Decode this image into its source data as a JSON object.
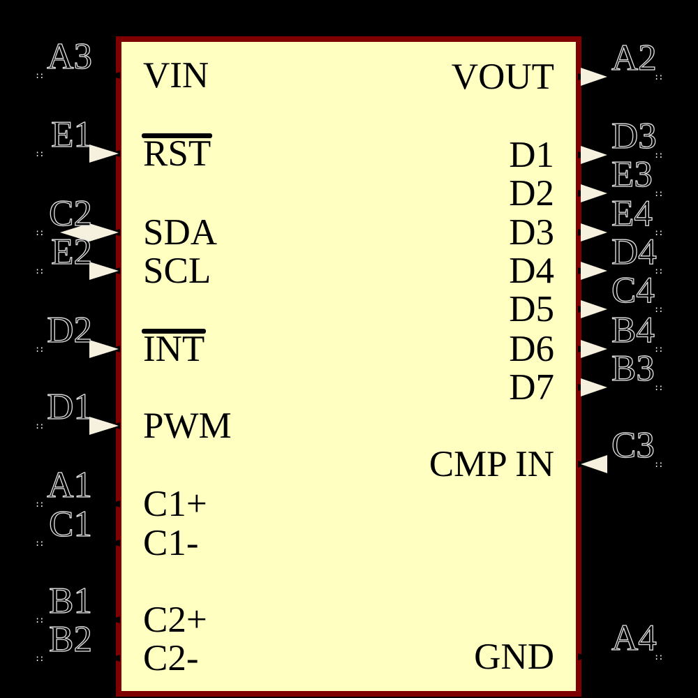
{
  "canvas": {
    "background": "#000000"
  },
  "symbol": {
    "body_fill": "#FFFFC2",
    "border_color": "#7E0000",
    "arrow_color": "#F6F0DE",
    "pin_name_color": "#000000",
    "pin_number_outline": "#E2E2E2",
    "tick_glyph": "::"
  },
  "pins": {
    "left": [
      {
        "number": "A3",
        "name": "VIN",
        "direction": "passive",
        "overline": false
      },
      {
        "number": "E1",
        "name": "RST",
        "direction": "input",
        "overline": true
      },
      {
        "number": "C2",
        "name": "SDA",
        "direction": "bidirectional",
        "overline": false
      },
      {
        "number": "E2",
        "name": "SCL",
        "direction": "input",
        "overline": false
      },
      {
        "number": "D2",
        "name": "INT",
        "direction": "input",
        "overline": true
      },
      {
        "number": "D1",
        "name": "PWM",
        "direction": "input",
        "overline": false
      },
      {
        "number": "A1",
        "name": "C1+",
        "direction": "passive",
        "overline": false
      },
      {
        "number": "C1",
        "name": "C1-",
        "direction": "passive",
        "overline": false
      },
      {
        "number": "B1",
        "name": "C2+",
        "direction": "passive",
        "overline": false
      },
      {
        "number": "B2",
        "name": "C2-",
        "direction": "passive",
        "overline": false
      }
    ],
    "right": [
      {
        "number": "A2",
        "name": "VOUT",
        "direction": "output",
        "overline": false
      },
      {
        "number": "D3",
        "name": "D1",
        "direction": "output",
        "overline": false
      },
      {
        "number": "E3",
        "name": "D2",
        "direction": "output",
        "overline": false
      },
      {
        "number": "E4",
        "name": "D3",
        "direction": "output",
        "overline": false
      },
      {
        "number": "D4",
        "name": "D4",
        "direction": "output",
        "overline": false
      },
      {
        "number": "C4",
        "name": "D5",
        "direction": "output",
        "overline": false
      },
      {
        "number": "B4",
        "name": "D6",
        "direction": "output",
        "overline": false
      },
      {
        "number": "B3",
        "name": "D7",
        "direction": "output",
        "overline": false
      },
      {
        "number": "C3",
        "name": "CMP IN",
        "direction": "input",
        "overline": false
      },
      {
        "number": "A4",
        "name": "GND",
        "direction": "passive",
        "overline": false
      }
    ]
  }
}
